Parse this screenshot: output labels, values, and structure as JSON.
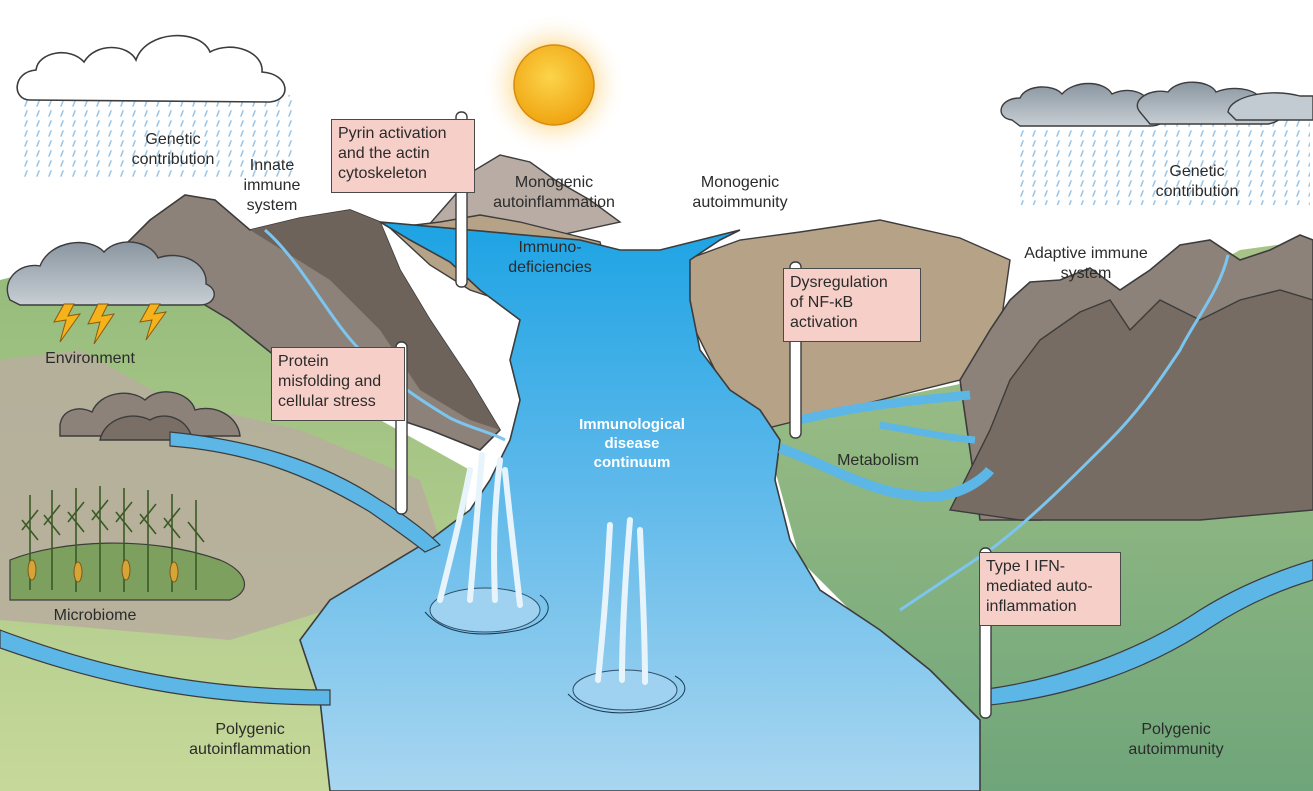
{
  "labels": {
    "genetic_left": [
      "Genetic",
      "contribution"
    ],
    "innate": [
      "Innate",
      "immune",
      "system"
    ],
    "environment": [
      "Environment"
    ],
    "microbiome": [
      "Microbiome"
    ],
    "poly_autoinflammation": [
      "Polygenic",
      "autoinflammation"
    ],
    "mono_autoinflammation": [
      "Monogenic",
      "autoinflammation"
    ],
    "immunodeficiencies": [
      "Immuno-",
      "deficiencies"
    ],
    "mono_autoimmunity": [
      "Monogenic",
      "autoimmunity"
    ],
    "center": [
      "Immunological",
      "disease",
      "continuum"
    ],
    "adaptive": [
      "Adaptive immune",
      "system"
    ],
    "genetic_right": [
      "Genetic",
      "contribution"
    ],
    "metabolism": [
      "Metabolism"
    ],
    "poly_autoimmunity": [
      "Polygenic",
      "autoimmunity"
    ]
  },
  "signs": {
    "pyrin": [
      "Pyrin activation",
      "and the actin",
      "cytoskeleton"
    ],
    "protein": [
      "Protein",
      "misfolding and",
      "cellular stress"
    ],
    "nfkb": [
      "Dysregulation",
      "of NF-κB",
      "activation"
    ],
    "ifn": [
      "Type I IFN-",
      "mediated auto-",
      "inflammation"
    ]
  },
  "colors": {
    "water": "#5cb6e6",
    "water_deep": "#29a3e0",
    "rock": "#8d8279",
    "grass": "#9bbd86",
    "sign": "#f6cfc8",
    "sun": "#f5b21a"
  }
}
